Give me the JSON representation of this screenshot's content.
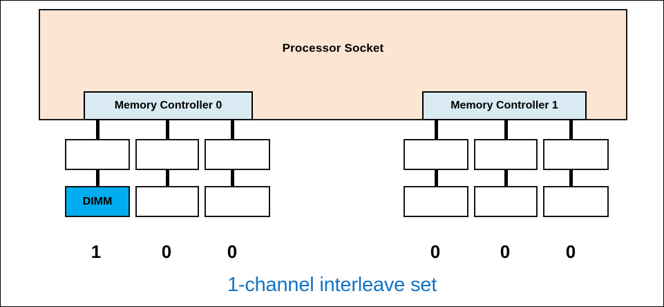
{
  "diagram": {
    "title": "1-channel interleave set",
    "caption": "1-channel interleave set",
    "socket": {
      "label": "Processor Socket",
      "fill": "#fce5d3",
      "border": "#1a1a1a"
    },
    "colors": {
      "socket_fill": "#fce5d3",
      "controller_fill": "#d9eaf3",
      "slot_empty_fill": "#ffffff",
      "slot_populated_fill": "#00aeef",
      "caption_text": "#1273c4",
      "outline": "#000000"
    },
    "controllers": [
      {
        "id": "memory-controller-0",
        "label": "Memory Controller 0",
        "channels": [
          {
            "index": 0,
            "count_label": "1",
            "slots": [
              {
                "row": 0,
                "label": "",
                "populated": false
              },
              {
                "row": 1,
                "label": "DIMM",
                "populated": true
              }
            ]
          },
          {
            "index": 1,
            "count_label": "0",
            "slots": [
              {
                "row": 0,
                "label": "",
                "populated": false
              },
              {
                "row": 1,
                "label": "",
                "populated": false
              }
            ]
          },
          {
            "index": 2,
            "count_label": "0",
            "slots": [
              {
                "row": 0,
                "label": "",
                "populated": false
              },
              {
                "row": 1,
                "label": "",
                "populated": false
              }
            ]
          }
        ]
      },
      {
        "id": "memory-controller-1",
        "label": "Memory Controller 1",
        "channels": [
          {
            "index": 0,
            "count_label": "0",
            "slots": [
              {
                "row": 0,
                "label": "",
                "populated": false
              },
              {
                "row": 1,
                "label": "",
                "populated": false
              }
            ]
          },
          {
            "index": 1,
            "count_label": "0",
            "slots": [
              {
                "row": 0,
                "label": "",
                "populated": false
              },
              {
                "row": 1,
                "label": "",
                "populated": false
              }
            ]
          },
          {
            "index": 2,
            "count_label": "0",
            "slots": [
              {
                "row": 0,
                "label": "",
                "populated": false
              },
              {
                "row": 1,
                "label": "",
                "populated": false
              }
            ]
          }
        ]
      }
    ]
  }
}
